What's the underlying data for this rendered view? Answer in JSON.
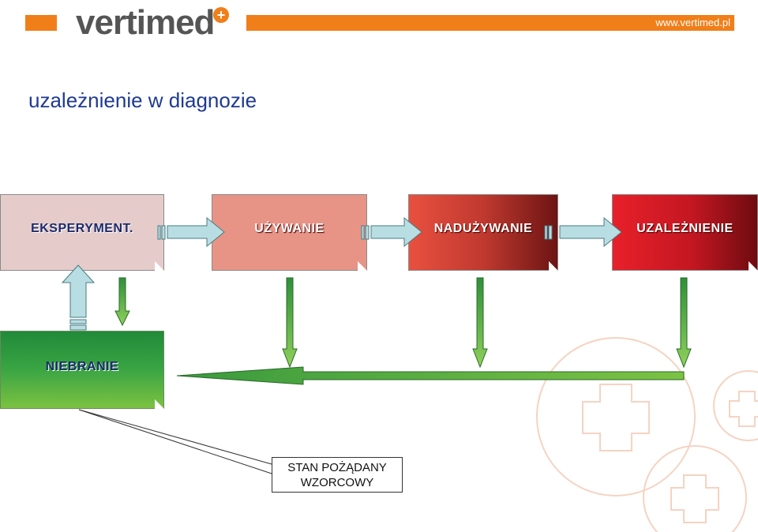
{
  "header": {
    "logo_text": "vertimed",
    "logo_plus": "+",
    "website": "www.vertimed.pl",
    "accent_color": "#f07f1a"
  },
  "slide": {
    "title": "uzależnienie w diagnozie"
  },
  "stages": [
    {
      "label": "EKSPERYMENT."
    },
    {
      "label": "UŻYWANIE"
    },
    {
      "label": "NADUŻYWANIE"
    },
    {
      "label": "UZALEŻNIENIE"
    }
  ],
  "base_state": {
    "label": "NIEBRANIE"
  },
  "callout": {
    "line1": "STAN POŻĄDANY",
    "line2": "WZORCOWY"
  }
}
